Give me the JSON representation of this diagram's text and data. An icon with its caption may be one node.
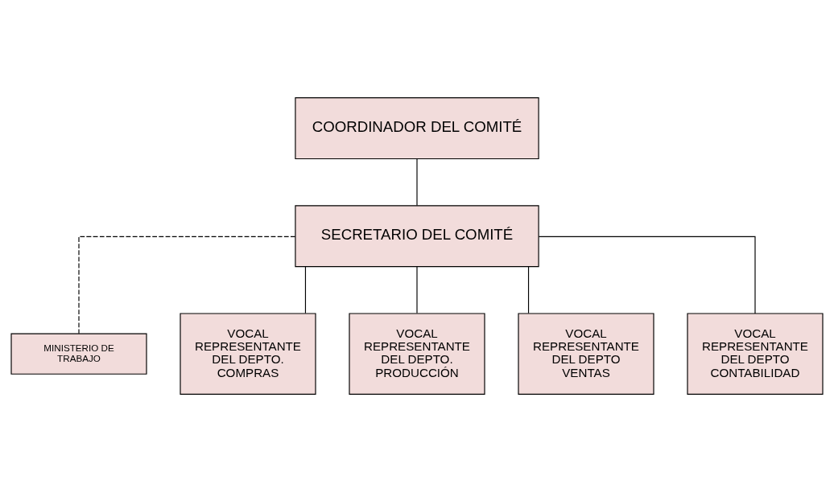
{
  "diagram": {
    "nodes": [
      {
        "text": [
          "COORDINADOR DEL COMITÉ"
        ]
      },
      {
        "text": [
          "SECRETARIO DEL COMITÉ"
        ]
      },
      {
        "text": [
          "MINISTERIO DE TRABAJO"
        ]
      },
      {
        "text": [
          "VOCAL REPRESENTANTE DEL DEPTO. COMPRAS"
        ]
      },
      {
        "text": [
          "VOCAL REPRESENTANTE DEL DEPTO. PRODUCCIÓN"
        ]
      },
      {
        "text": [
          "VOCAL REPRESENTANTE DEL DEPTO VENTAS"
        ]
      },
      {
        "text": [
          "VOCAL REPRESENTANTE DEL DEPTO CONTABILIDAD"
        ]
      }
    ],
    "edges": [
      {
        "from": 0,
        "to": 1,
        "arrow": "none"
      },
      {
        "from": 1,
        "to": 2,
        "arrow": "none",
        "style": "dashed"
      },
      {
        "from": 1,
        "to": 3,
        "arrow": "none"
      },
      {
        "from": 1,
        "to": 4,
        "arrow": "none"
      },
      {
        "from": 1,
        "to": 5,
        "arrow": "none"
      },
      {
        "from": 1,
        "to": 6,
        "arrow": "none"
      }
    ]
  }
}
